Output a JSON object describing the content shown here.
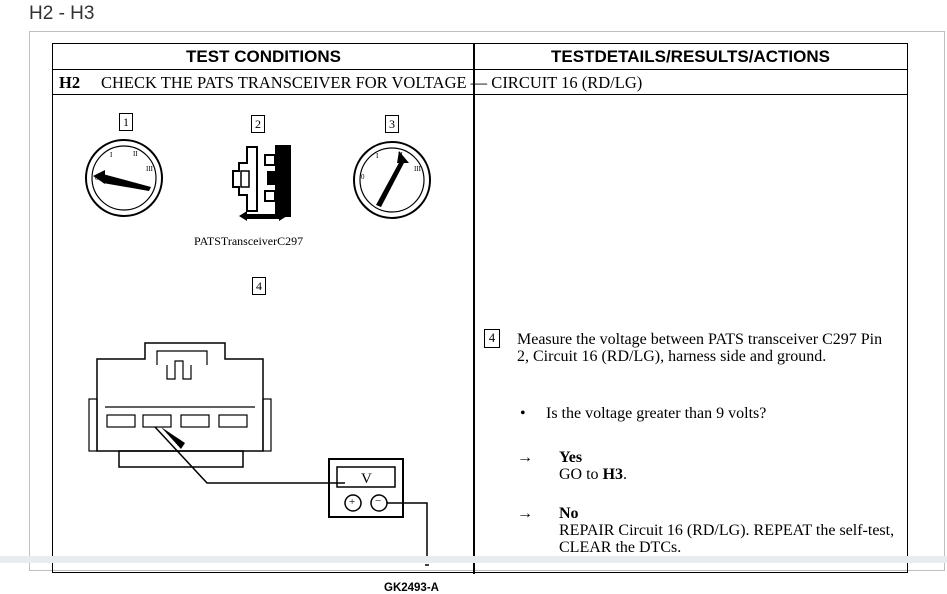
{
  "page_heading": "H2 - H3",
  "table_headers": {
    "left": "TEST CONDITIONS",
    "right": "TESTDETAILS/RESULTS/ACTIONS"
  },
  "step": {
    "id": "H2",
    "title": "CHECK THE PATS TRANSCEIVER FOR VOLTAGE — CIRCUIT 16 (RD/LG)"
  },
  "figure": {
    "callouts": [
      "1",
      "2",
      "3",
      "4"
    ],
    "connector_label": "PATSTransceiverC297",
    "meter_symbol": "V",
    "plus": "+",
    "minus": "−",
    "figure_code": "GK2493-A",
    "icons": [
      "ignition-switch-off-icon",
      "connector-disconnect-icon",
      "ignition-switch-run-icon",
      "voltmeter-icon",
      "ground-icon"
    ]
  },
  "details": {
    "callout": "4",
    "instruction": "Measure the voltage between PATS transceiver C297 Pin 2, Circuit 16 (RD/LG), harness side and ground.",
    "bullet": "•",
    "question": "Is the voltage greater than 9 volts?",
    "arrow": "→",
    "answers": [
      {
        "label": "Yes",
        "action_prefix": "GO to ",
        "action_bold": "H3",
        "action_suffix": "."
      },
      {
        "label": "No",
        "action_prefix": "REPAIR Circuit 16 (RD/LG). REPEAT the self-test, CLEAR the DTCs.",
        "action_bold": "",
        "action_suffix": ""
      }
    ]
  }
}
